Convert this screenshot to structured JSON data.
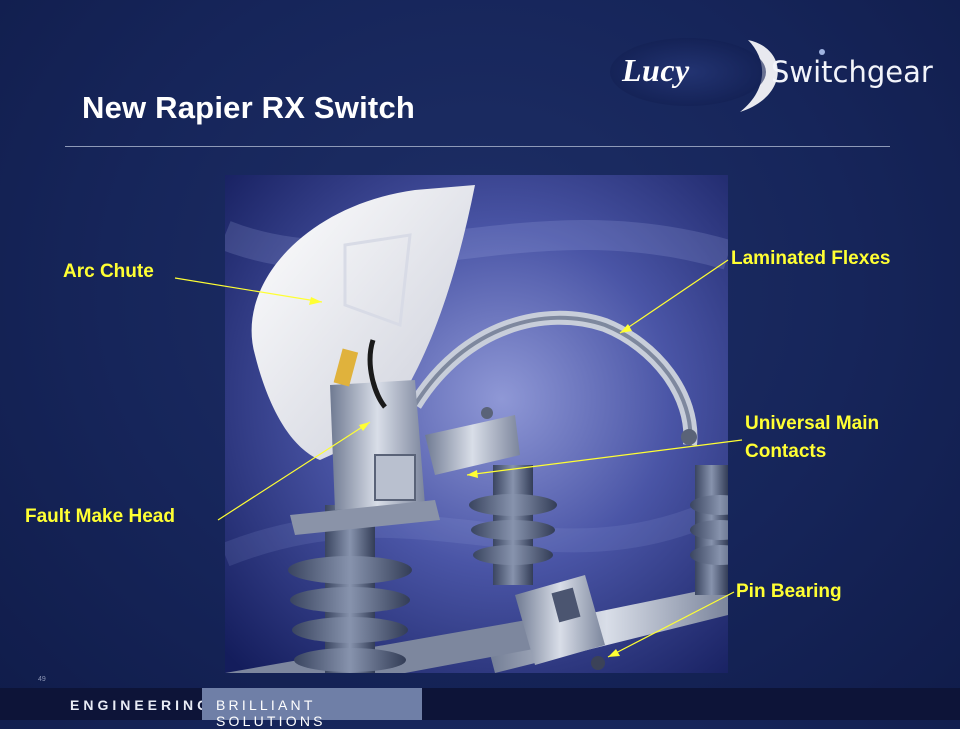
{
  "header": {
    "title": "New Rapier RX Switch",
    "logo": {
      "word1": "Lucy",
      "word2": "Switchgear"
    }
  },
  "callouts": {
    "arc_chute": "Arc Chute",
    "laminated_flexes": "Laminated Flexes",
    "universal_main_contacts_line1": "Universal Main",
    "universal_main_contacts_line2": "Contacts",
    "fault_make_head": "Fault Make Head",
    "pin_bearing": "Pin Bearing"
  },
  "page_number": "49",
  "footer": {
    "left_text": "ENGINEERING",
    "right_text": "BRILLIANT SOLUTIONS"
  },
  "colors": {
    "background": "#16255a",
    "label": "#ffff33",
    "footer_box": "#6f7fa7"
  }
}
